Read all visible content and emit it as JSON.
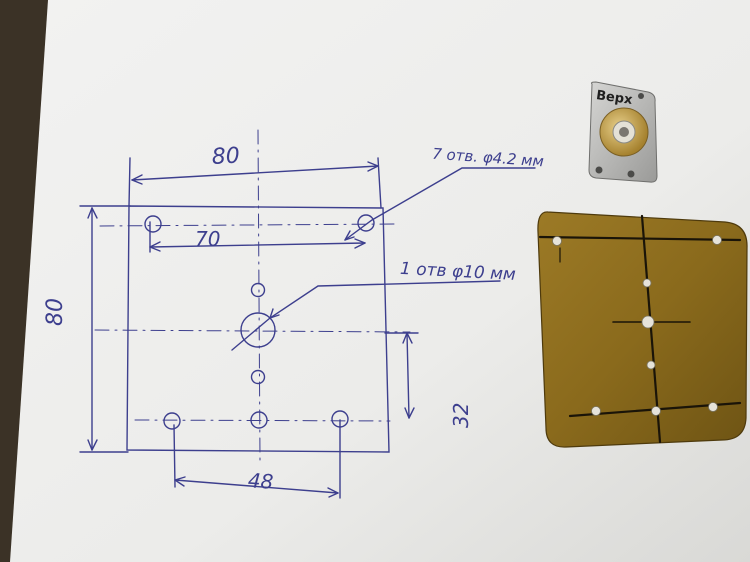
{
  "scene": {
    "description_labels": {
      "dim_width": "80",
      "dim_height": "80",
      "dim_hole_spacing_top": "70",
      "dim_hole_spacing_bottom": "48",
      "dim_vertical_right": "32",
      "note_small_holes": "7 отв. φ4.2 мм",
      "note_center_hole": "1 отв φ10 мм",
      "part_marking": "Верх"
    },
    "colors": {
      "paper": "#f4f4f4",
      "ink": "#3d3f8e",
      "board": "#8a6a1e",
      "metal": "#b8b8b8",
      "background": "#3a3226"
    }
  }
}
